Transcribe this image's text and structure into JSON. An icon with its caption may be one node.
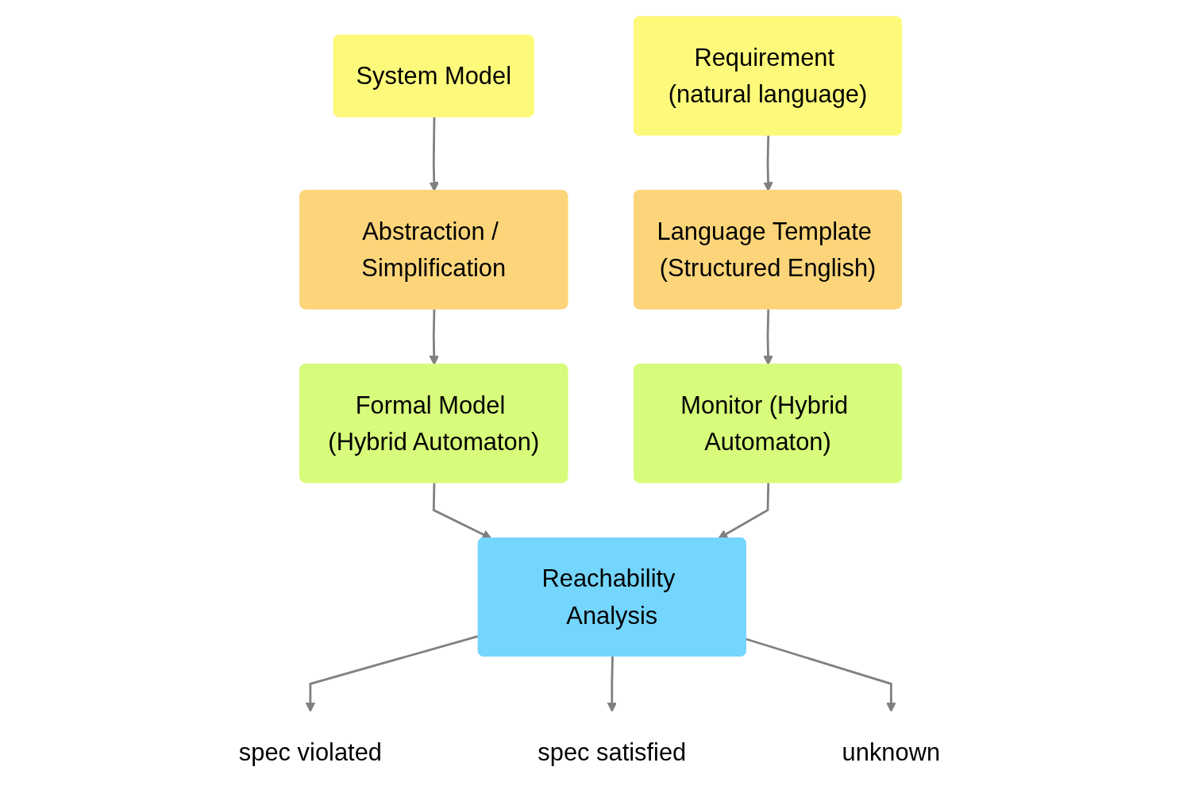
{
  "diagram": {
    "nodes": [
      {
        "text": [
          "System Model"
        ]
      },
      {
        "text": [
          "Abstraction / Simplification"
        ]
      },
      {
        "text": [
          "Formal Model (Hybrid Automaton)"
        ]
      },
      {
        "text": [
          "Requirement (natural language)"
        ]
      },
      {
        "text": [
          "Language Template (Structured English)"
        ]
      },
      {
        "text": [
          "Monitor (Hybrid Automaton)"
        ]
      },
      {
        "text": [
          "Reachability Analysis"
        ]
      },
      {
        "text": [
          "spec violated"
        ]
      },
      {
        "text": [
          "spec satisfied"
        ]
      },
      {
        "text": [
          "unknown"
        ]
      }
    ],
    "edges": [
      {
        "from": 0,
        "to": 1,
        "arrow": "to"
      },
      {
        "from": 1,
        "to": 2,
        "arrow": "to"
      },
      {
        "from": 3,
        "to": 4,
        "arrow": "to"
      },
      {
        "from": 4,
        "to": 5,
        "arrow": "to"
      },
      {
        "from": 2,
        "to": 6,
        "arrow": "to"
      },
      {
        "from": 5,
        "to": 6,
        "arrow": "to"
      },
      {
        "from": 6,
        "to": 7,
        "arrow": "to"
      },
      {
        "from": 6,
        "to": 8,
        "arrow": "to"
      },
      {
        "from": 6,
        "to": 9,
        "arrow": "to"
      }
    ]
  }
}
